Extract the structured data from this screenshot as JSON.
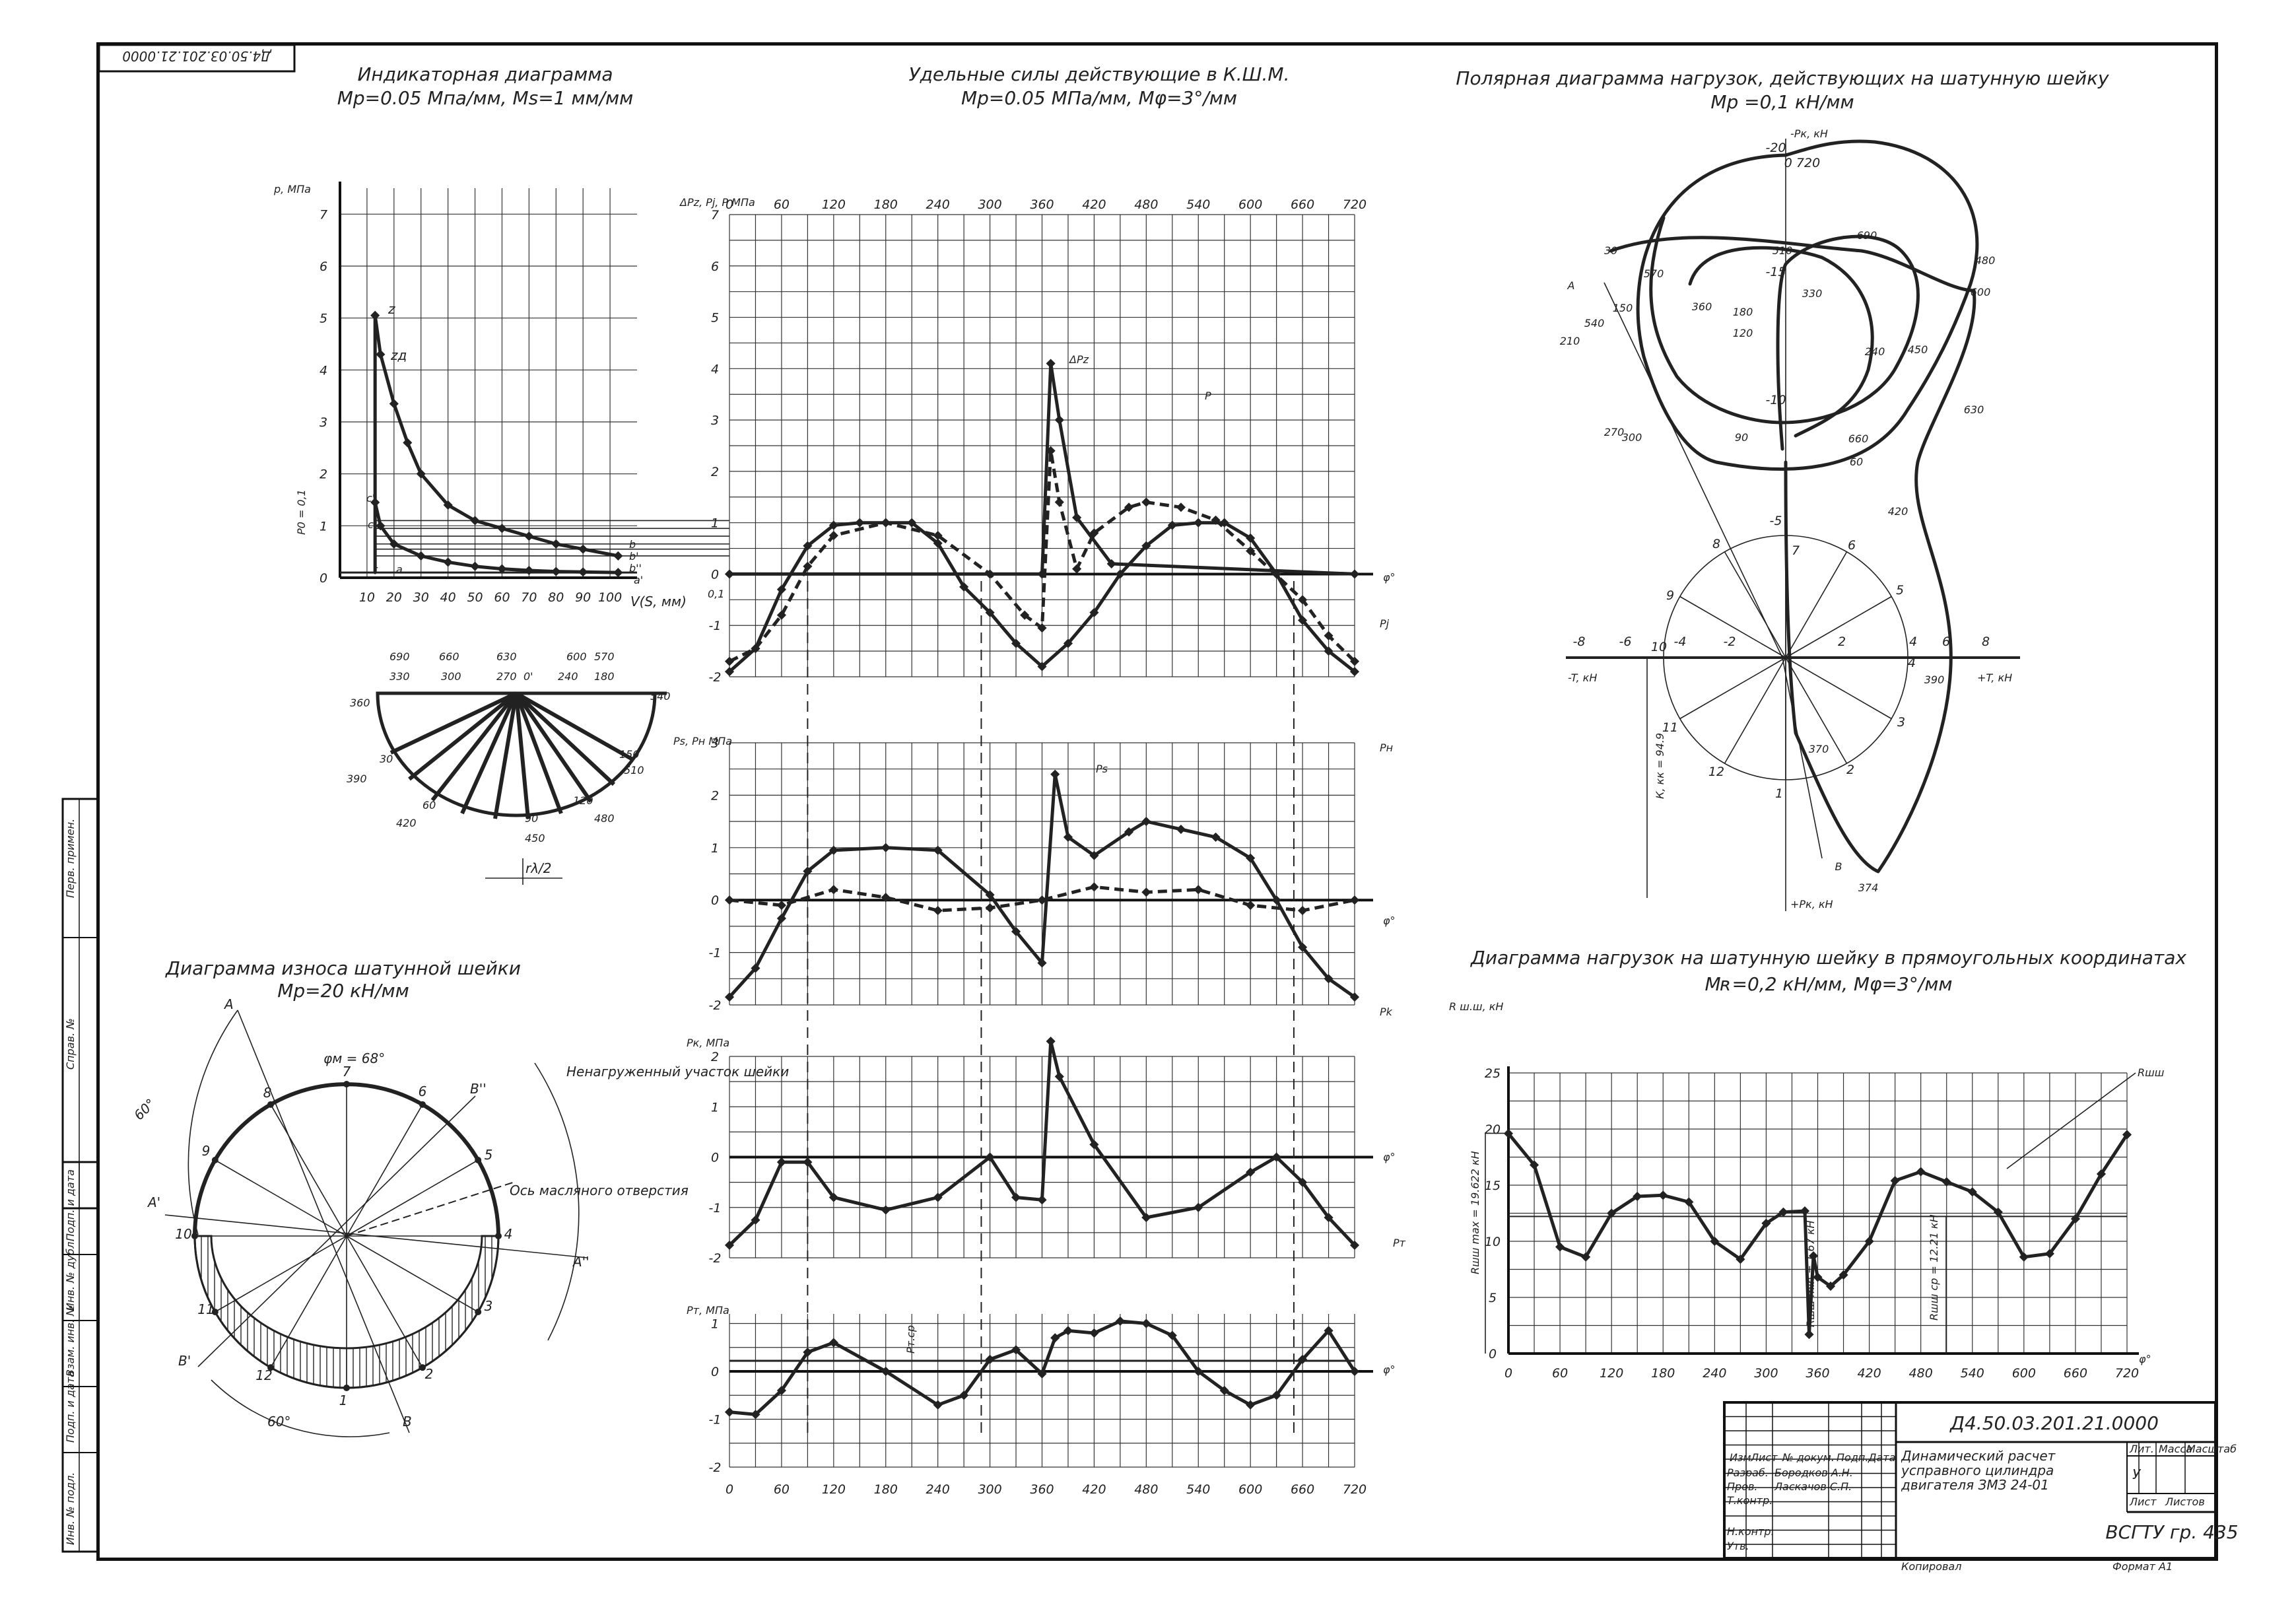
{
  "stamp_top_left": "Д4.50.03.201.21.0000",
  "titles": {
    "indicator": "Индикаторная диаграмма",
    "indicator_scale": "Мр=0.05 Мпа/мм, Ms=1 мм/мм",
    "forces": "Удельные силы действующие в К.Ш.М.",
    "forces_scale": "Мр=0.05 МПа/мм, Мφ=3°/мм",
    "polar": "Полярная диаграмма нагрузок, действующих на шатунную шейку",
    "polar_scale": "Мр =0,1 кН/мм",
    "wear": "Диаграмма износа шатунной шейки",
    "wear_scale": "Мр=20 кН/мм",
    "rect": "Диаграмма нагрузок на шатунную шейку в прямоугольных координатах",
    "rect_scale": "Мʀ=0,2 кН/мм, Мφ=3°/мм"
  },
  "chart_data": [
    {
      "type": "line",
      "id": "indicator",
      "xlabel": "V(S, мм)",
      "ylabel": "р, МПа",
      "x_ticks": [
        "10",
        "20",
        "30",
        "40",
        "50",
        "60",
        "70",
        "80",
        "90",
        "100"
      ],
      "y_ticks": [
        "0",
        "1",
        "2",
        "3",
        "4",
        "5",
        "6",
        "7"
      ],
      "ylim": [
        0,
        7.5
      ],
      "xlim": [
        0,
        110
      ],
      "labels": [
        "z",
        "zд",
        "с'",
        "с",
        "r",
        "а",
        "b",
        "b'",
        "b''",
        "а'"
      ],
      "p0_label": "Р0 = 0,1",
      "series": [
        {
          "x": [
            13,
            15,
            20,
            25,
            30,
            40,
            50,
            60,
            70,
            80,
            90,
            103
          ],
          "y": [
            5.05,
            4.3,
            3.35,
            2.6,
            2.0,
            1.4,
            1.1,
            0.95,
            0.8,
            0.65,
            0.55,
            0.42
          ]
        },
        {
          "x": [
            13,
            15,
            20,
            30,
            40,
            50,
            60,
            70,
            80,
            90,
            103
          ],
          "y": [
            1.45,
            1.0,
            0.65,
            0.42,
            0.3,
            0.22,
            0.17,
            0.14,
            0.12,
            0.11,
            0.1
          ]
        }
      ]
    },
    {
      "type": "line",
      "id": "forces",
      "xlabel": "φ°",
      "ylabel": "ΔPz, Pj, P МПа",
      "x_ticks": [
        "0",
        "60",
        "120",
        "180",
        "240",
        "300",
        "360",
        "420",
        "480",
        "540",
        "600",
        "660",
        "720"
      ],
      "y_ticks": [
        "7",
        "6",
        "5",
        "4",
        "3",
        "2",
        "1",
        "0",
        "-1",
        "-2"
      ],
      "x_top_label": "0,1",
      "ylim": [
        -2,
        7
      ],
      "series": [
        {
          "name": "ΔPz",
          "x": [
            0,
            360,
            370,
            380,
            400,
            440,
            720
          ],
          "y": [
            0,
            0,
            4.1,
            3.0,
            1.1,
            0.2,
            0
          ]
        },
        {
          "name": "P",
          "x": [
            0,
            30,
            60,
            90,
            120,
            180,
            240,
            300,
            340,
            360,
            370,
            380,
            400,
            420,
            460,
            480,
            520,
            560,
            600,
            660,
            690,
            720
          ],
          "y": [
            -1.7,
            -1.45,
            -0.8,
            0.15,
            0.75,
            1.0,
            0.75,
            0.0,
            -0.8,
            -1.05,
            2.4,
            1.4,
            0.1,
            0.8,
            1.3,
            1.4,
            1.3,
            1.05,
            0.45,
            -0.5,
            -1.2,
            -1.7
          ]
        },
        {
          "name": "Pj",
          "x": [
            0,
            30,
            60,
            90,
            120,
            150,
            180,
            210,
            240,
            270,
            300,
            330,
            360,
            390,
            420,
            450,
            480,
            510,
            540,
            570,
            600,
            630,
            660,
            690,
            720
          ],
          "y": [
            -1.9,
            -1.45,
            -0.3,
            0.55,
            0.95,
            1.0,
            1.0,
            1.0,
            0.6,
            -0.25,
            -0.75,
            -1.35,
            -1.8,
            -1.35,
            -0.75,
            0.0,
            0.55,
            0.95,
            1.0,
            1.0,
            0.7,
            0.0,
            -0.9,
            -1.5,
            -1.9
          ]
        }
      ]
    },
    {
      "type": "line",
      "id": "ps_pn",
      "xlabel": "φ°",
      "ylabel": "Ps, Pн МПа",
      "y_ticks": [
        "3",
        "2",
        "1",
        "0",
        "-1",
        "-2"
      ],
      "ylim": [
        -2,
        3
      ],
      "series": [
        {
          "name": "Ps",
          "x": [
            0,
            30,
            60,
            90,
            120,
            180,
            240,
            300,
            330,
            360,
            375,
            390,
            420,
            460,
            480,
            520,
            560,
            600,
            630,
            660,
            690,
            720
          ],
          "y": [
            -1.85,
            -1.3,
            -0.35,
            0.55,
            0.95,
            1.0,
            0.95,
            0.1,
            -0.6,
            -1.2,
            2.4,
            1.2,
            0.85,
            1.3,
            1.5,
            1.35,
            1.2,
            0.8,
            0.0,
            -0.9,
            -1.5,
            -1.85
          ]
        },
        {
          "name": "Pн",
          "x": [
            0,
            60,
            120,
            180,
            240,
            300,
            360,
            420,
            480,
            540,
            600,
            660,
            720
          ],
          "y": [
            0,
            -0.1,
            0.2,
            0.05,
            -0.2,
            -0.15,
            0,
            0.25,
            0.15,
            0.2,
            -0.1,
            -0.2,
            0
          ]
        }
      ]
    },
    {
      "type": "line",
      "id": "pk",
      "xlabel": "φ°",
      "ylabel": "Pк, МПа",
      "y_ticks": [
        "2",
        "1",
        "0",
        "-1",
        "-2"
      ],
      "ylim": [
        -2,
        2
      ],
      "series": [
        {
          "name": "Pk",
          "x": [
            0,
            30,
            60,
            90,
            120,
            180,
            240,
            300,
            330,
            360,
            370,
            380,
            420,
            480,
            540,
            600,
            630,
            660,
            690,
            720
          ],
          "y": [
            -1.75,
            -1.25,
            -0.1,
            -0.1,
            -0.8,
            -1.05,
            -0.8,
            0.0,
            -0.8,
            -0.85,
            2.3,
            1.6,
            0.25,
            -1.2,
            -1.0,
            -0.3,
            0.0,
            -0.5,
            -1.2,
            -1.75
          ]
        }
      ]
    },
    {
      "type": "line",
      "id": "pt",
      "xlabel": "φ°",
      "ylabel": "Pт, МПа",
      "x_ticks": [
        "0",
        "60",
        "120",
        "180",
        "240",
        "300",
        "360",
        "420",
        "480",
        "540",
        "600",
        "660",
        "720"
      ],
      "y_ticks": [
        "1",
        "0",
        "-1",
        "-2"
      ],
      "ylim": [
        -2,
        1.2
      ],
      "ptcp_label": "Pт.ср",
      "series": [
        {
          "name": "Pт",
          "x": [
            0,
            30,
            60,
            90,
            120,
            180,
            240,
            270,
            300,
            330,
            360,
            375,
            390,
            420,
            450,
            480,
            510,
            540,
            570,
            600,
            630,
            660,
            690,
            720
          ],
          "y": [
            -0.85,
            -0.9,
            -0.4,
            0.4,
            0.6,
            0.0,
            -0.7,
            -0.5,
            0.25,
            0.45,
            -0.05,
            0.7,
            0.85,
            0.8,
            1.05,
            1.0,
            0.75,
            0.0,
            -0.4,
            -0.7,
            -0.5,
            0.25,
            0.85,
            0.0
          ]
        }
      ]
    },
    {
      "type": "line",
      "id": "rsh",
      "xlabel": "φ°",
      "ylabel": "R ш.ш, кН",
      "series_label": "Rшш",
      "x_ticks": [
        "0",
        "60",
        "120",
        "180",
        "240",
        "300",
        "360",
        "420",
        "480",
        "540",
        "600",
        "660",
        "720"
      ],
      "y_ticks": [
        "25",
        "20",
        "15",
        "10",
        "5",
        "0"
      ],
      "ylim": [
        0,
        25
      ],
      "annotations": [
        "Rшш max = 19.622 кН",
        "Rшш min = 1.67 кН",
        "Rшш ср = 12.21 кН"
      ],
      "series": [
        {
          "name": "Rшш",
          "x": [
            0,
            30,
            60,
            90,
            120,
            150,
            180,
            210,
            240,
            270,
            300,
            320,
            345,
            350,
            355,
            360,
            375,
            390,
            420,
            450,
            480,
            510,
            540,
            570,
            600,
            630,
            660,
            690,
            720
          ],
          "y": [
            19.6,
            16.8,
            9.5,
            8.6,
            12.5,
            14.0,
            14.1,
            13.5,
            10.0,
            8.4,
            11.6,
            12.6,
            12.7,
            1.7,
            8.7,
            6.8,
            6.0,
            7.0,
            10.0,
            15.4,
            16.2,
            15.3,
            14.4,
            12.6,
            8.6,
            8.9,
            12.0,
            16.0,
            19.5
          ]
        }
      ]
    }
  ],
  "polar": {
    "top_label": "-Рк, кН",
    "bottom_label": "+Рк, кН",
    "left_axis_label": "-T, кН",
    "right_axis_label": "+T, кН",
    "pk_label": "К, кк = 94.9",
    "labels_top": [
      "-20",
      "0 720",
      "-15",
      "-10",
      "-5"
    ],
    "x_ticks": [
      "-8",
      "-6",
      "-4",
      "-2",
      "2",
      "4",
      "6",
      "8"
    ],
    "angles": [
      "30",
      "570",
      "540",
      "510",
      "690",
      "480",
      "600",
      "210",
      "150",
      "360",
      "180",
      "330",
      "120",
      "240",
      "450",
      "630",
      "270",
      "300",
      "90",
      "660",
      "60",
      "420",
      "390",
      "370",
      "374",
      "A",
      "B"
    ],
    "circle_numbers": [
      "1",
      "2",
      "3",
      "4",
      "5",
      "6",
      "7",
      "8",
      "9",
      "10",
      "11",
      "12"
    ]
  },
  "cam_circle": {
    "label": "rλ/2",
    "angles": [
      "690",
      "660",
      "630",
      "600",
      "570",
      "330",
      "300",
      "270",
      "240",
      "180",
      "540",
      "360",
      "390",
      "30",
      "150",
      "510",
      "60",
      "120",
      "480",
      "420",
      "90",
      "450",
      "0'",
      "0"
    ]
  },
  "wear": {
    "phi_label": "φм = 68°",
    "unloaded": "Ненагруженный участок шейки",
    "oil_hole": "Ось масляного отверстия",
    "points": [
      "A",
      "A'",
      "A''",
      "B",
      "B'",
      "B''"
    ],
    "numbers": [
      "1",
      "2",
      "3",
      "4",
      "5",
      "6",
      "7",
      "8",
      "9",
      "10",
      "11",
      "12"
    ],
    "angle_60": "60°"
  },
  "title_block": {
    "doc_number": "Д4.50.03.201.21.0000",
    "description": "Динамический расчет усправного цилиндра двигателя ЗМЗ 24-01",
    "group": "ВСГТУ гр. 435",
    "lit": "У",
    "columns": [
      "Лит.",
      "Масса",
      "Масштаб"
    ],
    "sheet": "Лист",
    "sheets": "Листов",
    "rows": [
      "Изм",
      "Лист",
      "№ докум.",
      "Подп.",
      "Дата"
    ],
    "people": [
      "Разраб.",
      "Пров.",
      "Т.контр.",
      "Н.контр.",
      "Утв."
    ],
    "names": [
      "Бородков А.Н.",
      "Ласкачов С.П."
    ],
    "copy": "Копировал",
    "format": "Формат  А1"
  },
  "side_stamp": [
    "Перв. примен.",
    "Справ. №",
    "Подп. и дата",
    "Инв. № дубл.",
    "Взам. инв. №",
    "Подп. и дата",
    "Инв. № подл."
  ]
}
